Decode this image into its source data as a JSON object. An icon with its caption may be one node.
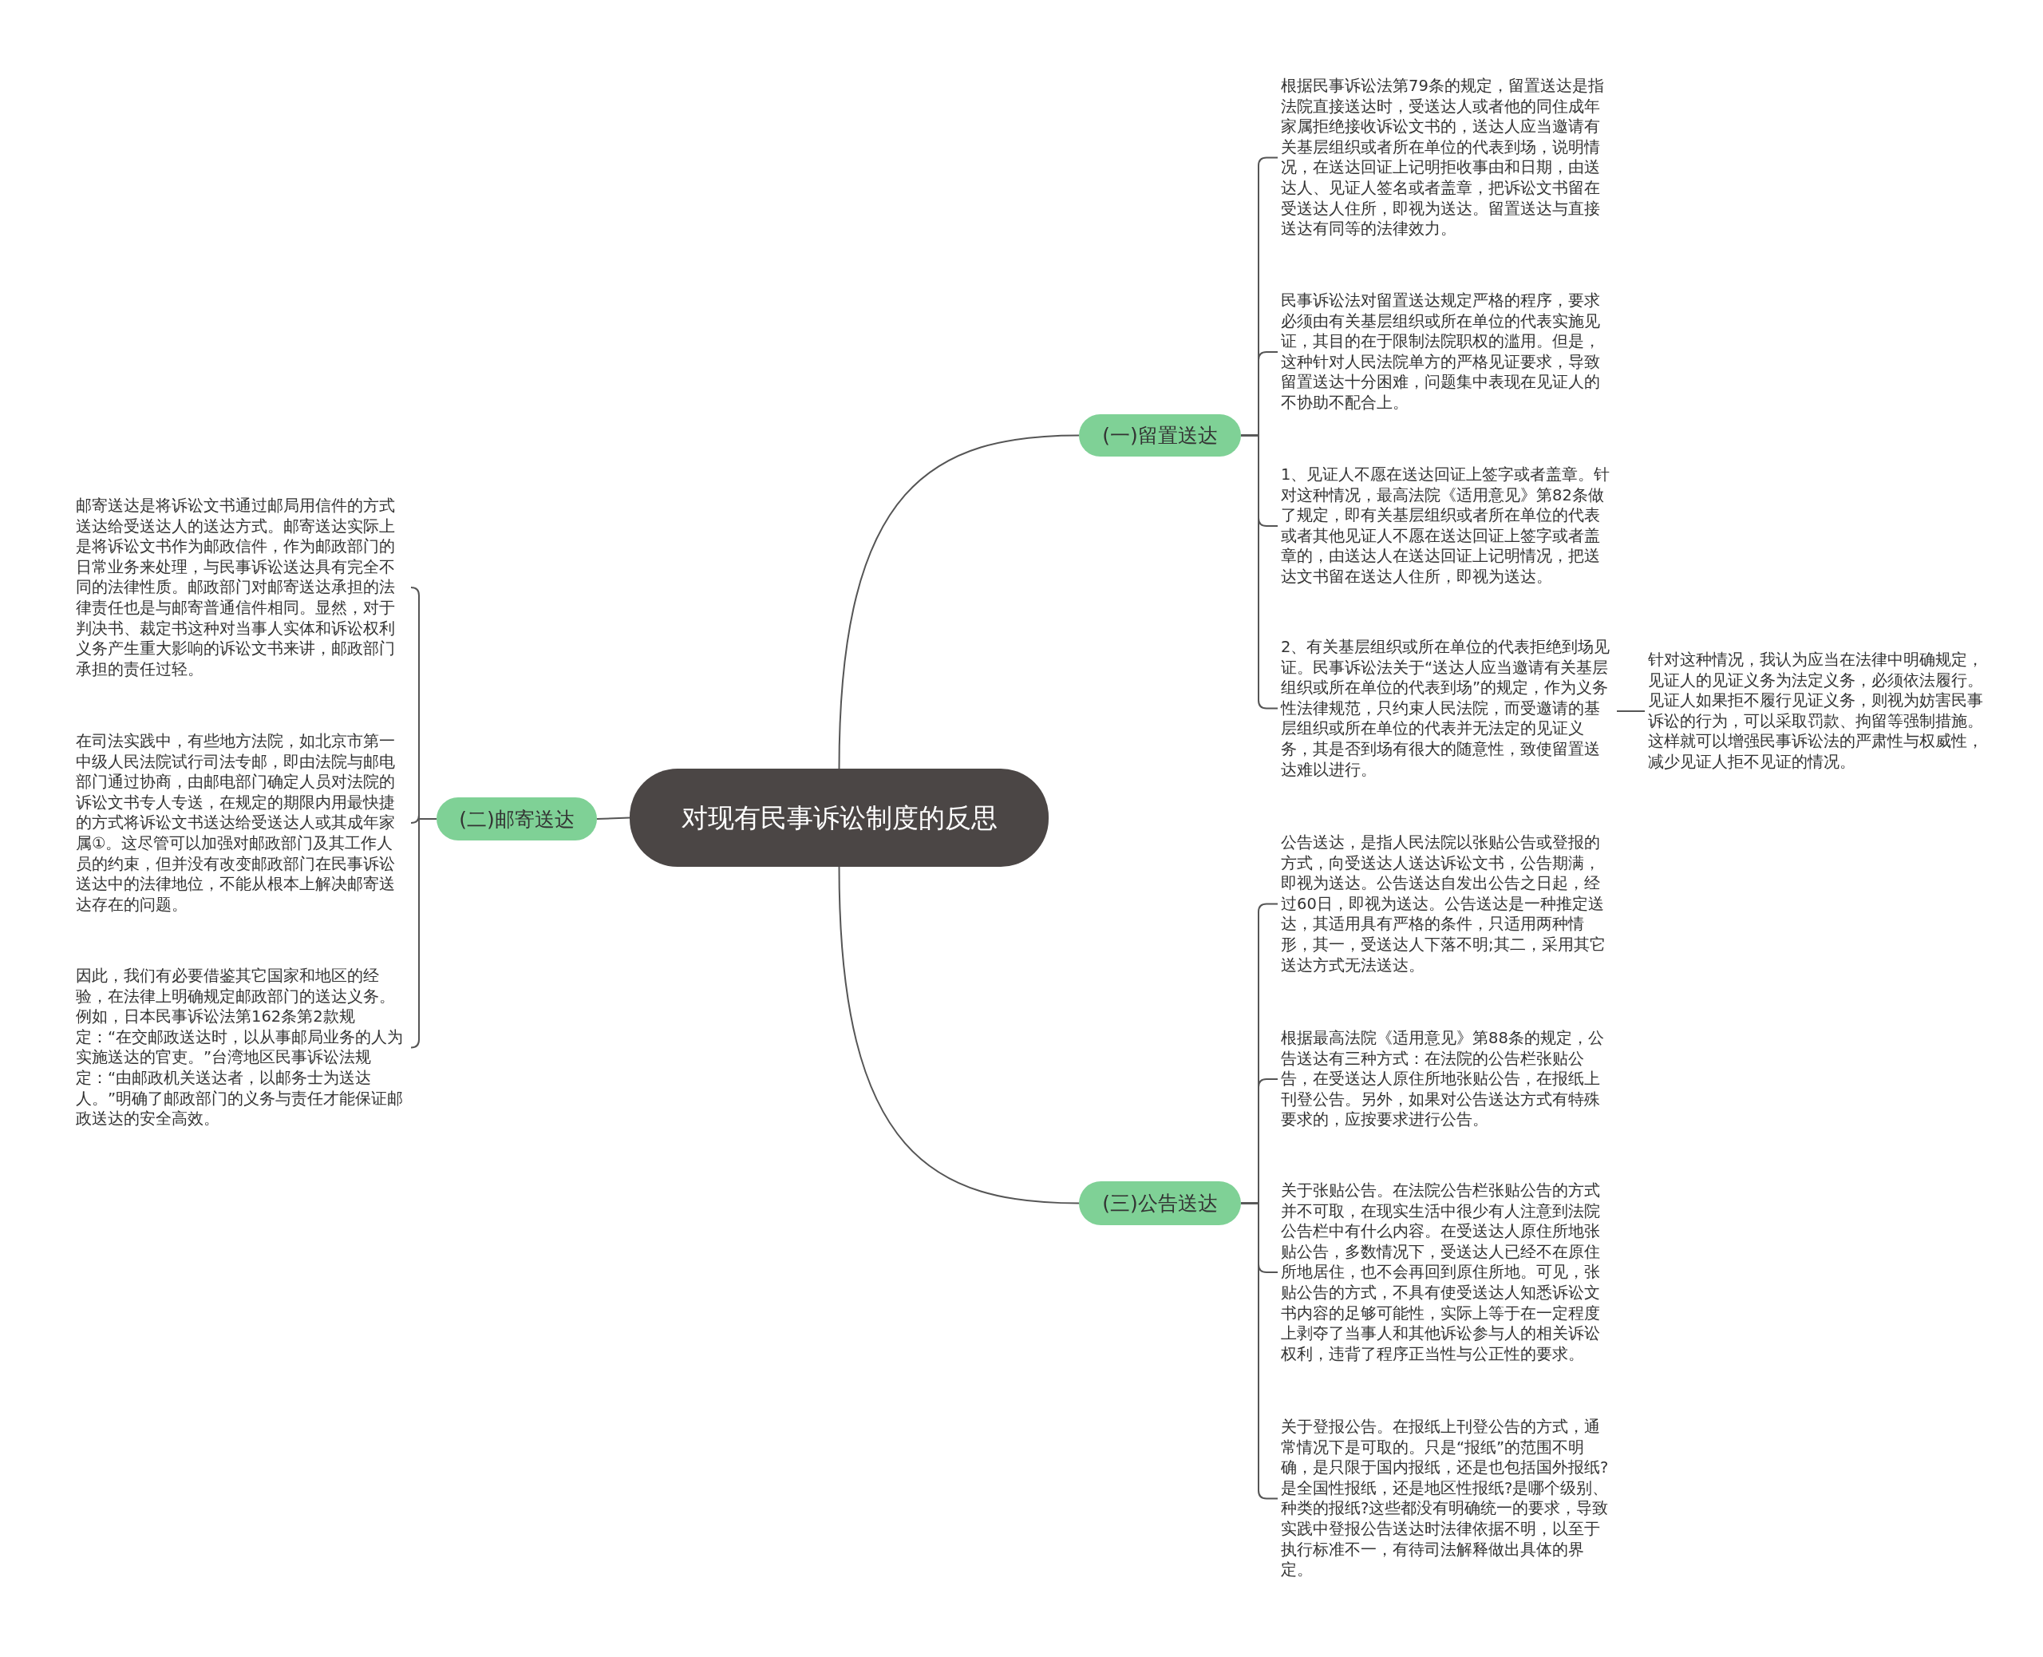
{
  "diagram": {
    "nodes": [
      {
        "text": [
          "对现有民事诉讼制度的反思"
        ]
      },
      {
        "text": [
          "(一)留置送达"
        ]
      },
      {
        "text": [
          "根据民事诉讼法第79条的规定，留置送达是指法院直接送达时，受送达人或者他的同住成年家属拒绝接收诉讼文书的，送达人应当邀请有关基层组织或者所在单位的代表到场，说明情况，在送达回证上记明拒收事由和日期，由送达人、见证人签名或者盖章，把诉讼文书留在受送达人住所，即视为送达。留置送达与直接送达有同等的法律效力。"
        ]
      },
      {
        "text": [
          "民事诉讼法对留置送达规定严格的程序，要求必须由有关基层组织或所在单位的代表实施见证，其目的在于限制法院职权的滥用。但是，这种针对人民法院单方的严格见证要求，导致留置送达十分困难，问题集中表现在见证人的不协助不配合上。"
        ]
      },
      {
        "text": [
          "1、见证人不愿在送达回证上签字或者盖章。针对这种情况，最高法院《适用意见》第82条做了规定，即有关基层组织或者所在单位的代表或者其他见证人不愿在送达回证上签字或者盖章的，由送达人在送达回证上记明情况，把送达文书留在送达人住所，即视为送达。"
        ]
      },
      {
        "text": [
          "2、有关基层组织或所在单位的代表拒绝到场见证。民事诉讼法关于“送达人应当邀请有关基层组织或所在单位的代表到场”的规定，作为义务性法律规范，只约束人民法院，而受邀请的基层组织或所在单位的代表并无法定的见证义务，其是否到场有很大的随意性，致使留置送达难以进行。"
        ]
      },
      {
        "text": [
          "针对这种情况，我认为应当在法律中明确规定，见证人的见证义务为法定义务，必须依法履行。见证人如果拒不履行见证义务，则视为妨害民事诉讼的行为，可以采取罚款、拘留等强制措施。这样就可以增强民事诉讼法的严肃性与权威性，减少见证人拒不见证的情况。"
        ]
      },
      {
        "text": [
          "(二)邮寄送达"
        ]
      },
      {
        "text": [
          "邮寄送达是将诉讼文书通过邮局用信件的方式送达给受送达人的送达方式。邮寄送达实际上是将诉讼文书作为邮政信件，作为邮政部门的日常业务来处理，与民事诉讼送达具有完全不同的法律性质。邮政部门对邮寄送达承担的法律责任也是与邮寄普通信件相同。显然，对于判决书、裁定书这种对当事人实体和诉讼权利义务产生重大影响的诉讼文书来讲，邮政部门承担的责任过轻。"
        ]
      },
      {
        "text": [
          "在司法实践中，有些地方法院，如北京市第一中级人民法院试行司法专邮，即由法院与邮电部门通过协商，由邮电部门确定人员对法院的诉讼文书专人专送，在规定的期限内用最快捷的方式将诉讼文书送达给受送达人或其成年家属①。这尽管可以加强对邮政部门及其工作人员的约束，但并没有改变邮政部门在民事诉讼送达中的法律地位，不能从根本上解决邮寄送达存在的问题。"
        ]
      },
      {
        "text": [
          "因此，我们有必要借鉴其它国家和地区的经验，在法律上明确规定邮政部门的送达义务。例如，日本民事诉讼法第162条第2款规定：“在交邮政送达时，以从事邮局业务的人为实施送达的官吏。”台湾地区民事诉讼法规定：“由邮政机关送达者，以邮务士为送达人。”明确了邮政部门的义务与责任才能保证邮政送达的安全高效。"
        ]
      },
      {
        "text": [
          "(三)公告送达"
        ]
      },
      {
        "text": [
          "公告送达，是指人民法院以张贴公告或登报的方式，向受送达人送达诉讼文书，公告期满，即视为送达。公告送达自发出公告之日起，经过60日，即视为送达。公告送达是一种推定送达，其适用具有严格的条件，只适用两种情形，其一，受送达人下落不明;其二，采用其它送达方式无法送达。"
        ]
      },
      {
        "text": [
          "根据最高法院《适用意见》第88条的规定，公告送达有三种方式：在法院的公告栏张贴公告，在受送达人原住所地张贴公告，在报纸上刊登公告。另外，如果对公告送达方式有特殊要求的，应按要求进行公告。"
        ]
      },
      {
        "text": [
          "关于张贴公告。在法院公告栏张贴公告的方式并不可取，在现实生活中很少有人注意到法院公告栏中有什么内容。在受送达人原住所地张贴公告，多数情况下，受送达人已经不在原住所地居住，也不会再回到原住所地。可见，张贴公告的方式，不具有使受送达人知悉诉讼文书内容的足够可能性，实际上等于在一定程度上剥夺了当事人和其他诉讼参与人的相关诉讼权利，违背了程序正当性与公正性的要求。"
        ]
      },
      {
        "text": [
          "关于登报公告。在报纸上刊登公告的方式，通常情况下是可取的。只是“报纸”的范围不明确，是只限于国内报纸，还是也包括国外报纸?是全国性报纸，还是地区性报纸?是哪个级别、种类的报纸?这些都没有明确统一的要求，导致实践中登报公告送达时法律依据不明，以至于执行标准不一，有待司法解释做出具体的界定。"
        ]
      }
    ],
    "edges": [
      {
        "from": 0,
        "to": 1,
        "arrow": "none"
      },
      {
        "from": 0,
        "to": 7,
        "arrow": "none"
      },
      {
        "from": 0,
        "to": 11,
        "arrow": "none"
      },
      {
        "from": 1,
        "to": 2,
        "arrow": "none"
      },
      {
        "from": 1,
        "to": 3,
        "arrow": "none"
      },
      {
        "from": 1,
        "to": 4,
        "arrow": "none"
      },
      {
        "from": 1,
        "to": 5,
        "arrow": "none"
      },
      {
        "from": 5,
        "to": 6,
        "arrow": "none"
      },
      {
        "from": 7,
        "to": 8,
        "arrow": "none"
      },
      {
        "from": 7,
        "to": 9,
        "arrow": "none"
      },
      {
        "from": 7,
        "to": 10,
        "arrow": "none"
      },
      {
        "from": 11,
        "to": 12,
        "arrow": "none"
      },
      {
        "from": 11,
        "to": 13,
        "arrow": "none"
      },
      {
        "from": 11,
        "to": 14,
        "arrow": "none"
      },
      {
        "from": 11,
        "to": 15,
        "arrow": "none"
      }
    ]
  }
}
